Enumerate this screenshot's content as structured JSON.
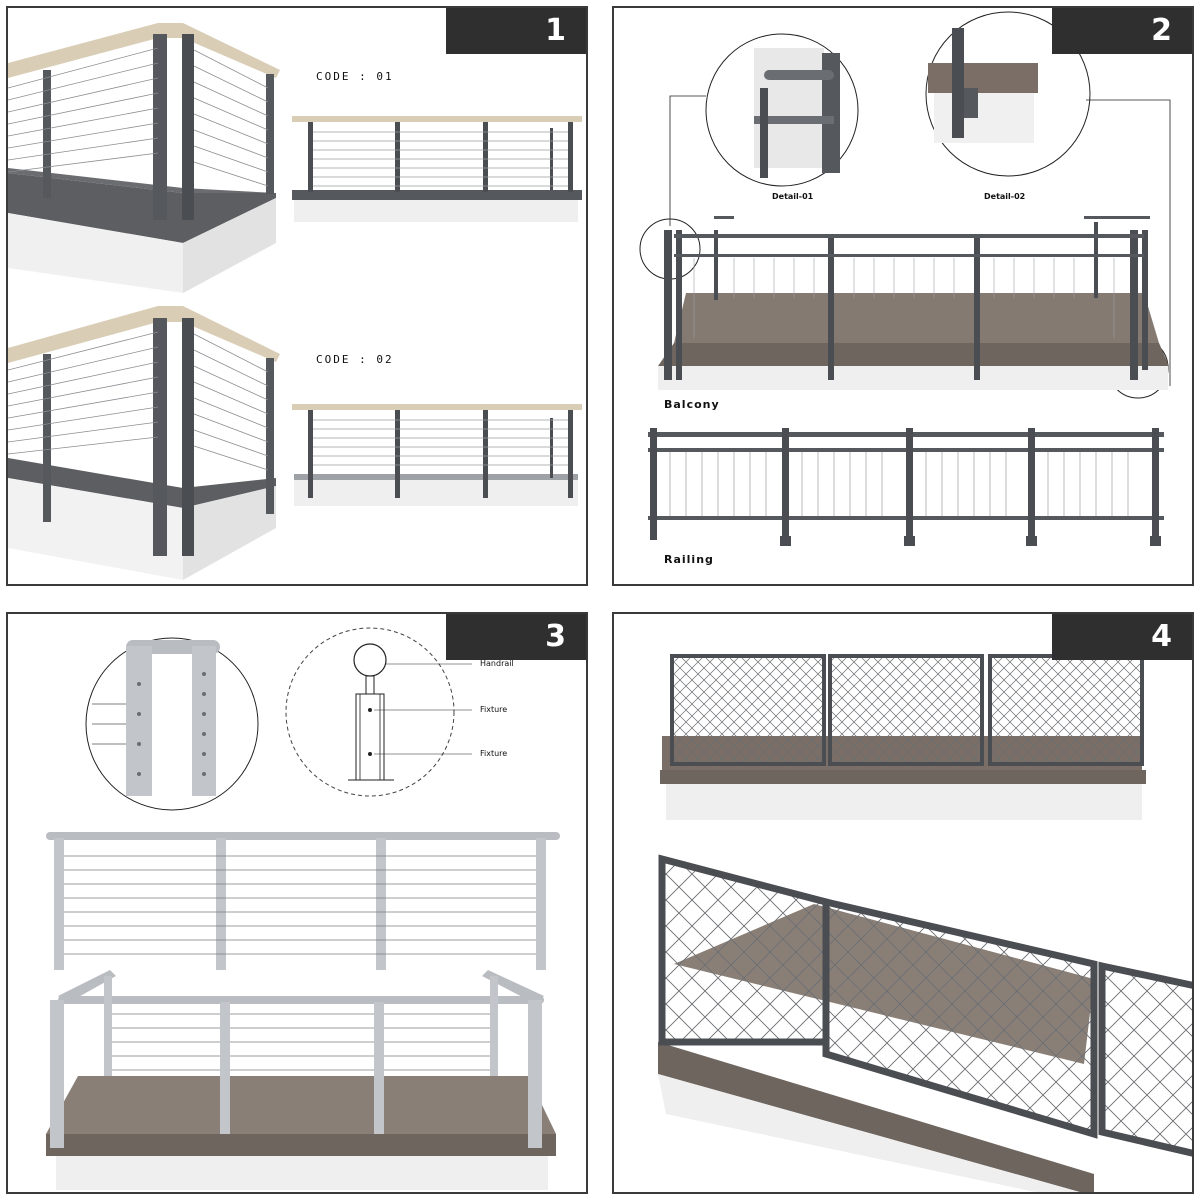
{
  "panels": [
    {
      "number": "1",
      "codes": [
        "CODE : 01",
        "CODE : 02"
      ]
    },
    {
      "number": "2",
      "details": [
        "Detail-01",
        "Detail-02"
      ],
      "captions": [
        "Balcony",
        "Railing"
      ]
    },
    {
      "number": "3",
      "callouts": [
        "Handrail",
        "Fixture",
        "Fixture"
      ]
    },
    {
      "number": "4"
    }
  ],
  "colors": {
    "frame": "#3a3a3a",
    "badge": "#2f2f2f",
    "metal_dark": "#4a4d52",
    "metal_light": "#b9bcc0",
    "wood_rail": "#d8cdb8",
    "deck": "#7b7067",
    "slab": "#efefef"
  }
}
